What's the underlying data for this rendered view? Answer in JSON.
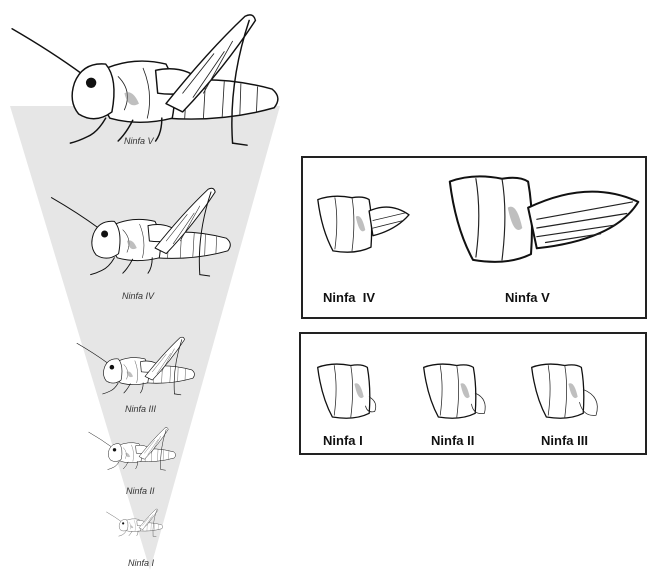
{
  "pyramid_labels": [
    "Ninfa V",
    "Ninfa IV",
    "Ninfa III",
    "Ninfa II",
    "Ninfa I"
  ],
  "panel_top": {
    "labels": [
      "Ninfa  IV",
      "Ninfa V"
    ]
  },
  "panel_bottom": {
    "labels": [
      "Ninfa I",
      "Ninfa II",
      "Ninfa III"
    ]
  },
  "colors": {
    "wedge": "#e6e6e6",
    "ink": "#111111",
    "frame": "#222222"
  },
  "icons": [
    "grasshopper-icon",
    "wing-pad-icon"
  ]
}
